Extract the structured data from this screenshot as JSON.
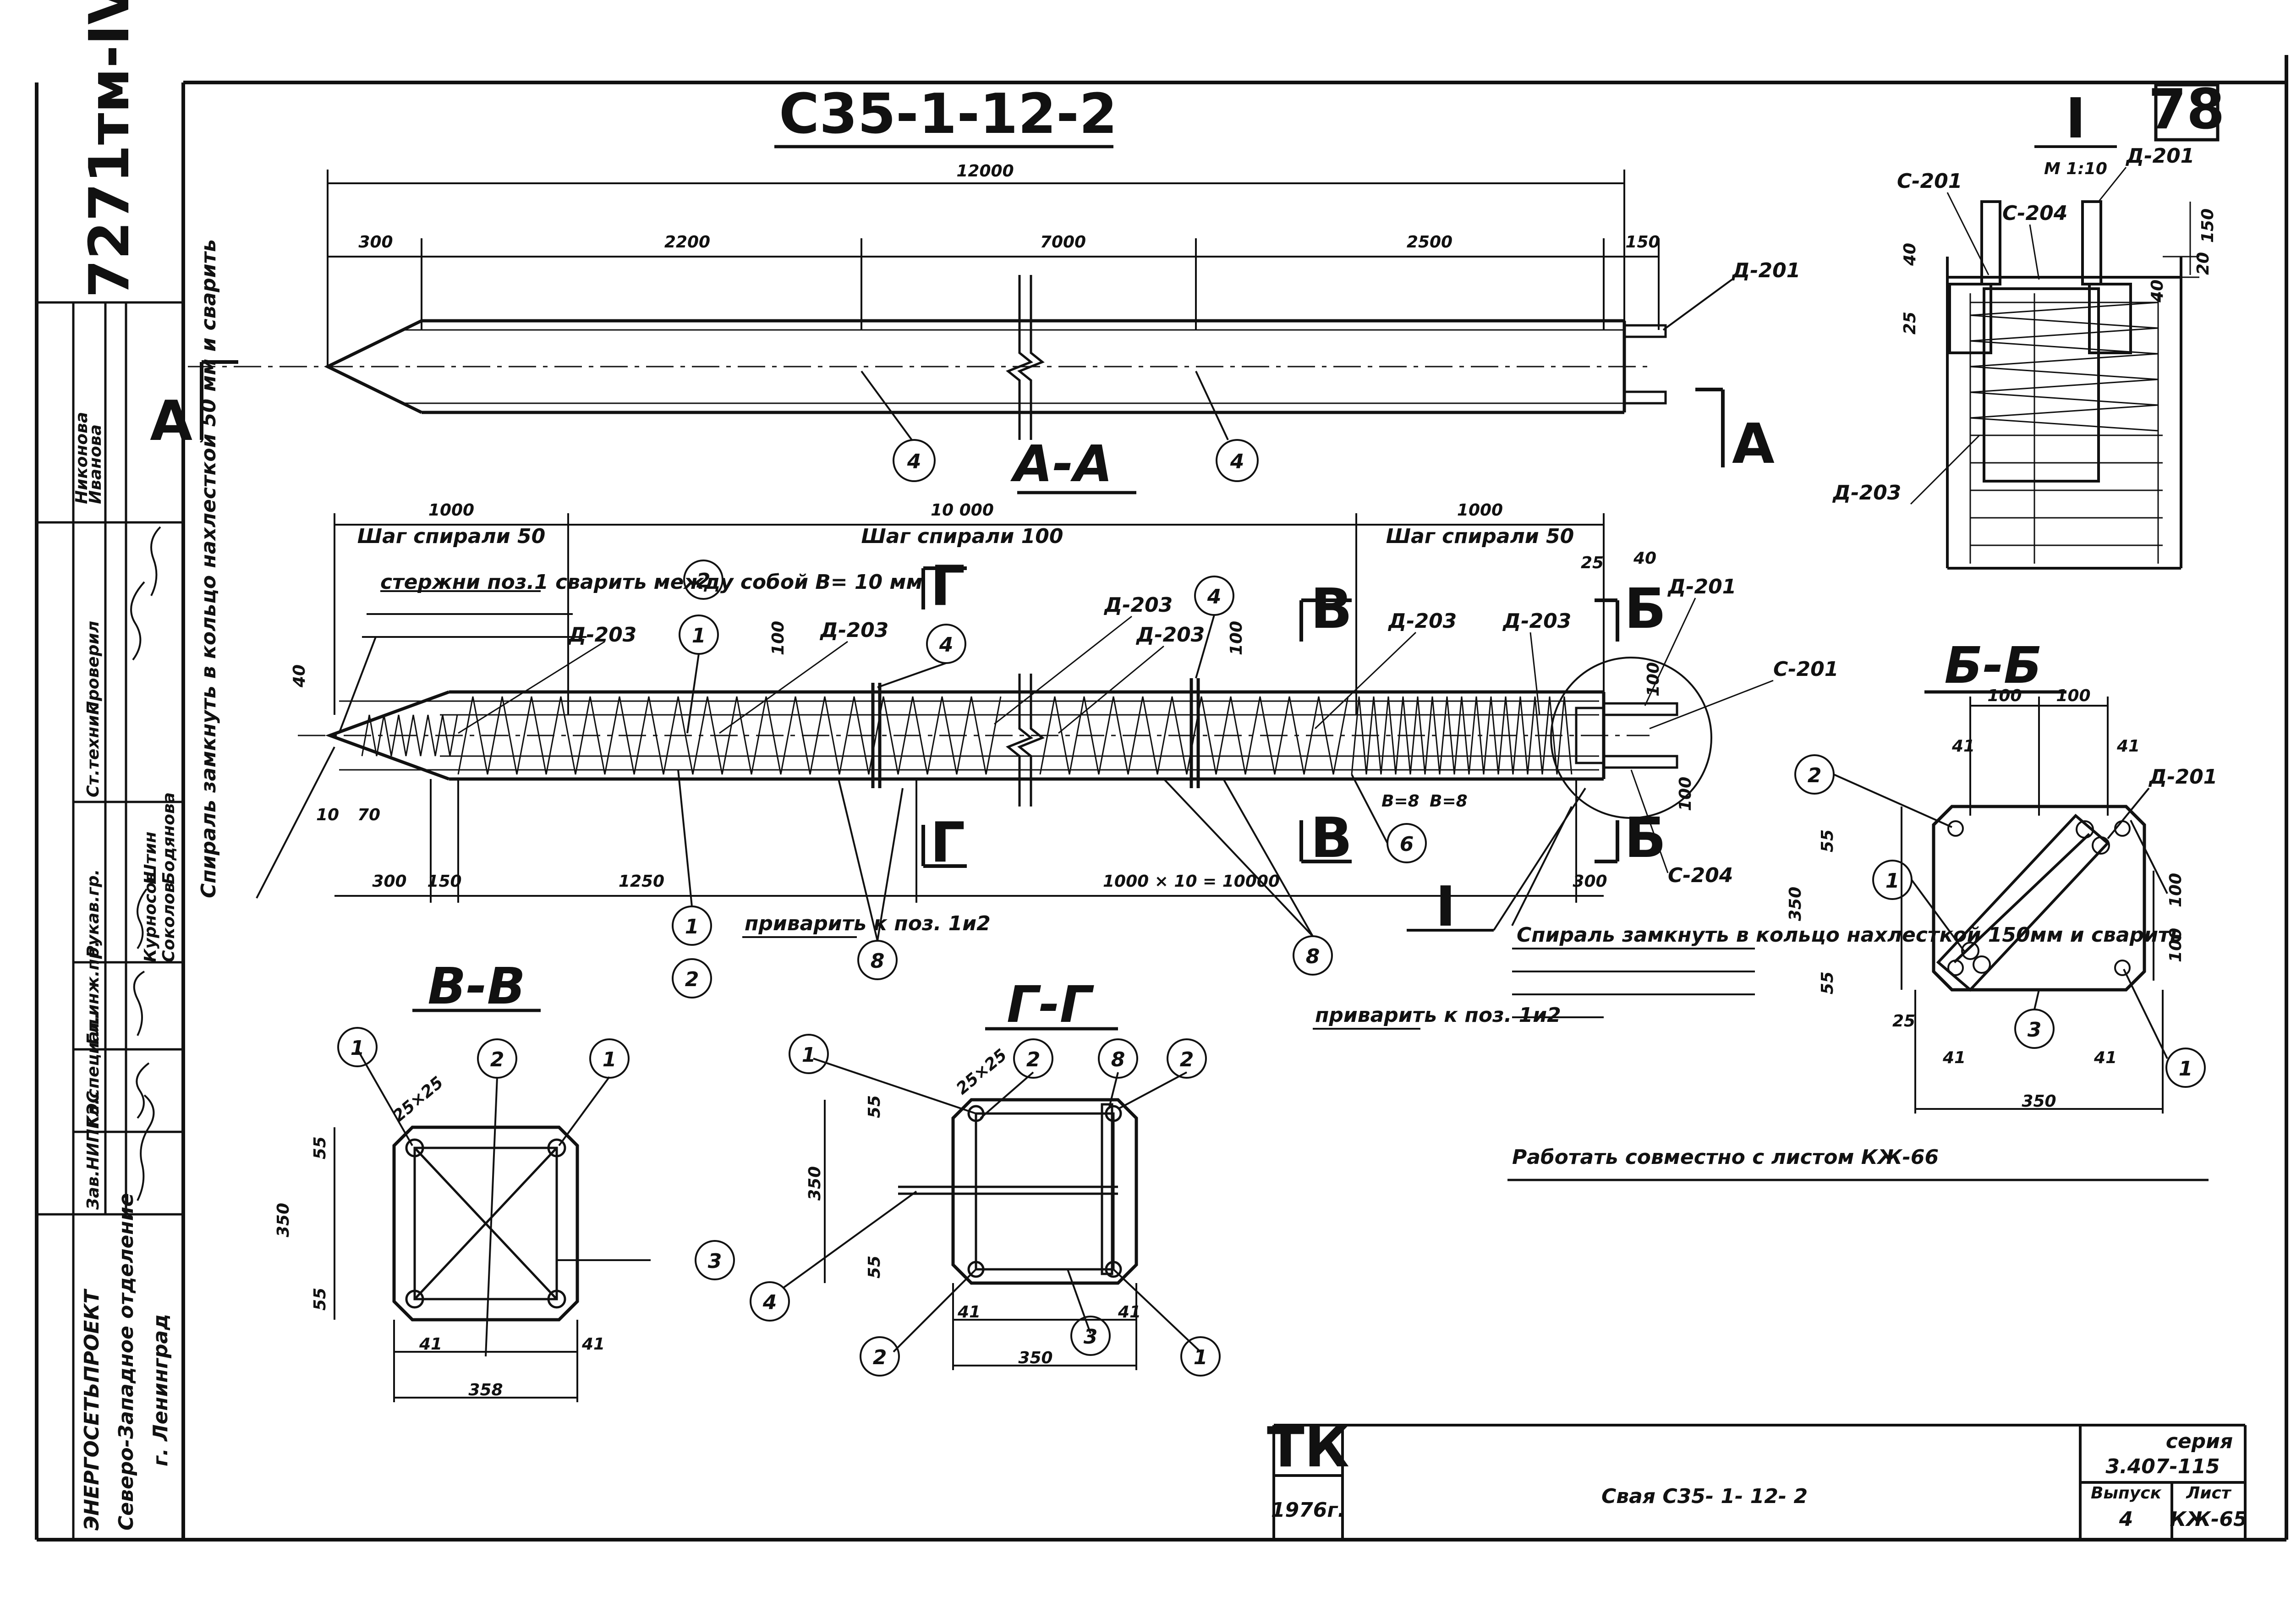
{
  "sheet": {
    "title": "С35-1-12-2",
    "sheet_number": "78",
    "archive_code": "7271тм-IV-78",
    "work_note": "Работать совместно с листом КЖ-66"
  },
  "title_block": {
    "org_line1": "ЭНЕРГОСЕТЬПРОЕКТ",
    "org_line2": "Северо-Западное отделение",
    "org_line3": "г. Ленинград",
    "tk": "ТК",
    "year": "1976г.",
    "name": "Свая С35- 1- 12- 2",
    "series_label": "серия",
    "series_value": "3.407-115",
    "issue_label": "Выпуск",
    "issue_value": "4",
    "sheet_label": "Лист",
    "sheet_value": "КЖ-65",
    "roles": [
      "Зав.НИПКЭС",
      "Гл.специал.",
      "Гл.инж.пр.",
      "Рукав.гр.",
      "Ст.техник",
      "Проверил"
    ],
    "names": [
      "Курносов",
      "Штин",
      "Соколов",
      "Бодянова",
      "Иванова",
      "Никонова"
    ]
  },
  "elevation": {
    "dim_total": "12000",
    "dim_300": "300",
    "dim_2200": "2200",
    "dim_7000": "7000",
    "dim_2500": "2500",
    "dim_150": "150",
    "rebar_end": "Д-201",
    "section_mark": "А",
    "marker": "4"
  },
  "section_aa": {
    "label": "А-А",
    "dim_1000_left": "1000",
    "dim_10000": "10 000",
    "dim_1000_right": "1000",
    "step_left": "Шаг спирали 50",
    "step_mid": "Шаг спирали 100",
    "step_right": "Шаг спирали 50",
    "note_weld": "стержни поз.1 сварить между собой В= 10 мм",
    "note_spiral_left": "Спираль замкнуть в кольцо нахлесткой 50 мм и сварить",
    "note_spiral_right": "Спираль замкнуть в кольцо нахлесткой 150мм и сварить",
    "weld_note": "приварить к поз. 1и2",
    "d203": "Д-203",
    "d201": "Д-201",
    "c201": "С-201",
    "c204": "С-204",
    "dim_40": "40",
    "dim_100": "100",
    "dim_25": "25",
    "dim_10": "10",
    "dim_70": "70",
    "dim_300": "300",
    "dim_150": "150",
    "dim_1250": "1250",
    "dim_step": "1000 × 10 = 10000",
    "dim_b8": "В=8",
    "cut_g": "Г",
    "cut_v": "В",
    "cut_b": "Б",
    "detail_mark": "I",
    "m1": "1",
    "m2": "2",
    "m4": "4",
    "m6": "6",
    "m8": "8"
  },
  "detail_i": {
    "label": "I",
    "scale": "М 1:10",
    "d201": "Д-201",
    "c201": "С-201",
    "c204": "С-204",
    "d203": "Д-203",
    "dim_150": "150",
    "dim_40": "40",
    "dim_20": "20",
    "dim_25": "25"
  },
  "section_bb": {
    "label": "Б-Б",
    "dim_100a": "100",
    "dim_100b": "100",
    "dim_41": "41",
    "dim_55": "55",
    "dim_350": "350",
    "dim_25": "25",
    "d201": "Д-201",
    "m1": "1",
    "m2": "2",
    "m3": "3"
  },
  "section_vv": {
    "label": "В-В",
    "dim_25x25": "25×25",
    "dim_55": "55",
    "dim_350": "350",
    "dim_41": "41",
    "dim_358": "358",
    "m1": "1",
    "m2": "2",
    "m3": "3"
  },
  "section_gg": {
    "label": "Г-Г",
    "dim_25x25": "25×25",
    "dim_55": "55",
    "dim_350": "350",
    "dim_41": "41",
    "m1": "1",
    "m2": "2",
    "m3": "3",
    "m4": "4",
    "m8": "8"
  }
}
